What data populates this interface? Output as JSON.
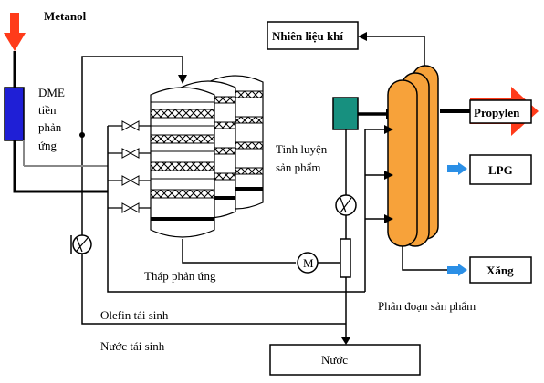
{
  "labels": {
    "metanol": "Metanol",
    "dme_line1": "DME",
    "dme_line2": "tiền",
    "dme_line3": "phản",
    "dme_line4": "ứng",
    "fuel_gas": "Nhiên liệu khí",
    "propylen": "Propylen",
    "lpg": "LPG",
    "xang": "Xăng",
    "refining_line1": "Tinh luyện",
    "refining_line2": "sản phẩm",
    "reactor": "Tháp phản ứng",
    "fractionation": "Phân đoạn sản phẩm",
    "olefin_recycle": "Olefin tái sinh",
    "water_recycle": "Nước tái sinh",
    "water": "Nước",
    "motor_symbol": "M"
  },
  "colors": {
    "arrow_red": "#ff3b1a",
    "dme_blue": "#1f1fd6",
    "column_orange": "#f7a23a",
    "teal": "#17907f",
    "lpg_arrow": "#2b8fe6",
    "line": "#000000"
  }
}
